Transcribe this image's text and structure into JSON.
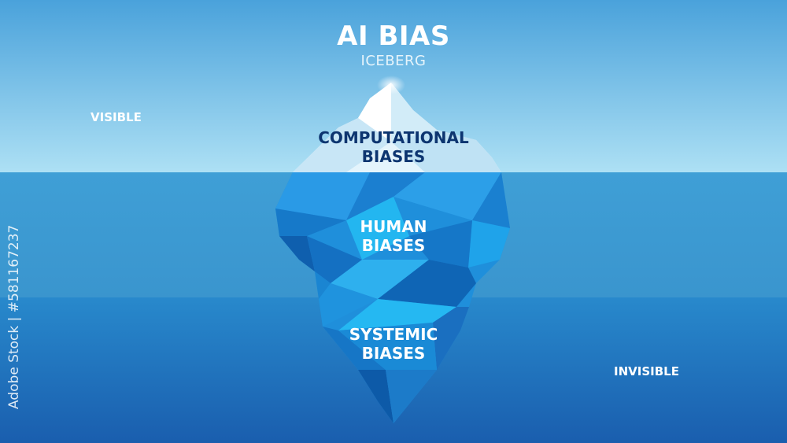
{
  "title": "AI BIAS",
  "subtitle": "ICEBERG",
  "zones": {
    "visible": "VISIBLE",
    "invisible": "INVISIBLE"
  },
  "layers": [
    {
      "line1": "COMPUTATIONAL",
      "line2": "BIASES"
    },
    {
      "line1": "HUMAN",
      "line2": "BIASES"
    },
    {
      "line1": "SYSTEMIC",
      "line2": "BIASES"
    }
  ],
  "watermark": "Adobe Stock | #581167237",
  "colors": {
    "sky_top": "#4aa2db",
    "sky_bottom": "#ade0f4",
    "water_mid": "#3d9ad2",
    "water_deep": "#1a5eae",
    "title_dark": "#0d3570"
  }
}
